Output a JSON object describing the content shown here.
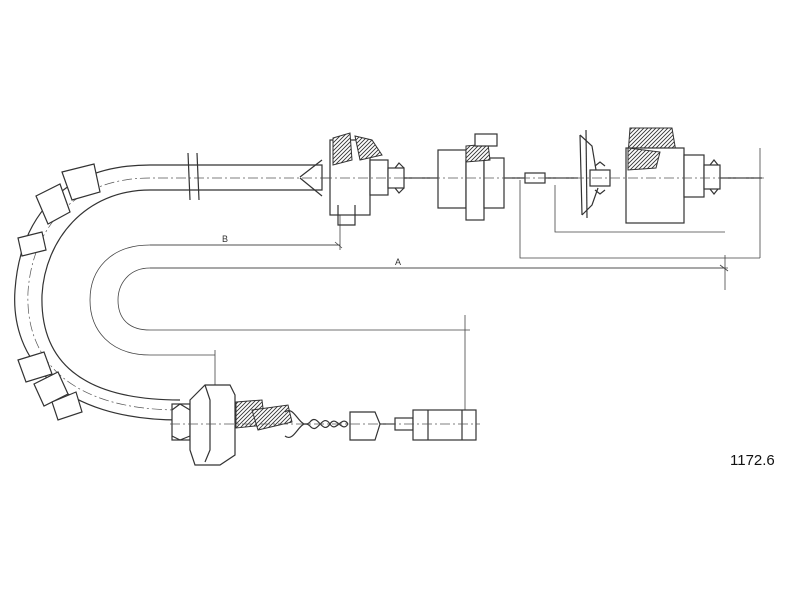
{
  "drawing": {
    "part_number": "1172.6",
    "dimension_labels": {
      "a": "A",
      "b": "B"
    }
  }
}
